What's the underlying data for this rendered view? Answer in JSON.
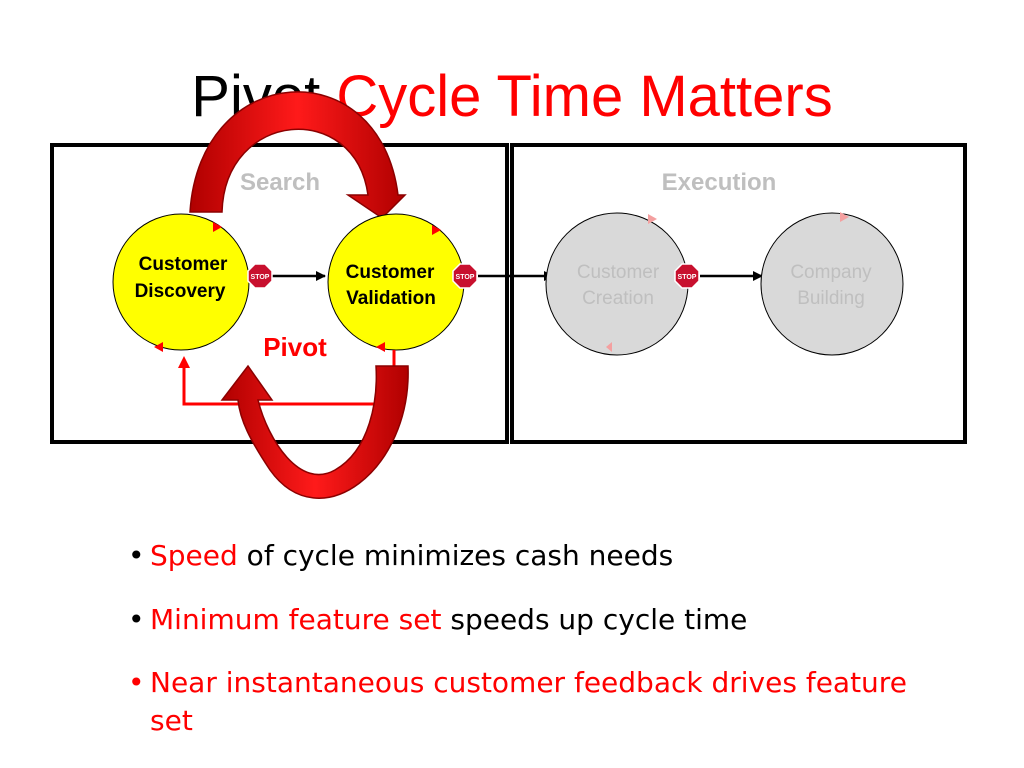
{
  "slide": {
    "title_part1": "Pivot",
    "title_part2": "Cycle Time Matters"
  },
  "diagram": {
    "search_label": "Search",
    "execution_label": "Execution",
    "steps": [
      {
        "line1": "Customer",
        "line2": "Discovery",
        "active": true
      },
      {
        "line1": "Customer",
        "line2": "Validation",
        "active": true
      },
      {
        "line1": "Customer",
        "line2": "Creation",
        "active": false
      },
      {
        "line1": "Company",
        "line2": "Building",
        "active": false
      }
    ],
    "stop_sign_text": "STOP",
    "pivot_label": "Pivot",
    "colors": {
      "active_fill": "#ffff00",
      "inactive_fill": "#d9d9d9",
      "accent_red": "#ff0000",
      "inactive_text": "#bfbfbf"
    }
  },
  "bullets": [
    {
      "highlight": "Speed",
      "rest": " of cycle minimizes cash needs"
    },
    {
      "highlight": "Minimum feature set",
      "rest": " speeds up cycle time"
    },
    {
      "highlight": "Near instantaneous customer feedback drives feature set",
      "rest": ""
    }
  ],
  "bullet_char": "•"
}
